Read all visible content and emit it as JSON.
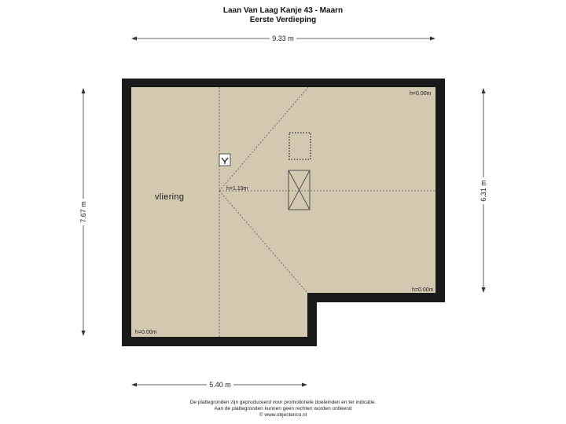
{
  "header": {
    "address": "Laan Van Laag Kanje 43 - Maarn",
    "floor": "Eerste Verdieping"
  },
  "dimensions": {
    "top": "9.33 m",
    "left": "7.67 m",
    "right": "6.31 m",
    "bottom": "5.40 m"
  },
  "room": {
    "name": "vliering"
  },
  "heights": {
    "top_right": "h=0.00m",
    "ridge": "h=1.19m",
    "right_lower": "h=0.00m",
    "bottom_left": "h=0.00m"
  },
  "footer": {
    "line1": "De plattegronden zijn geproduceerd voor promotionele doeleinden en ter indicatie.",
    "line2": "Aan de plattegronden kunnen geen rechten worden ontleend",
    "line3": "© www.objectenco.nl"
  },
  "colors": {
    "floor_fill": "#d3c9b1",
    "wall": "#1a1a1a",
    "roof_lines": "#555555"
  },
  "icons": {
    "unit": "smoke-detector-icon"
  }
}
